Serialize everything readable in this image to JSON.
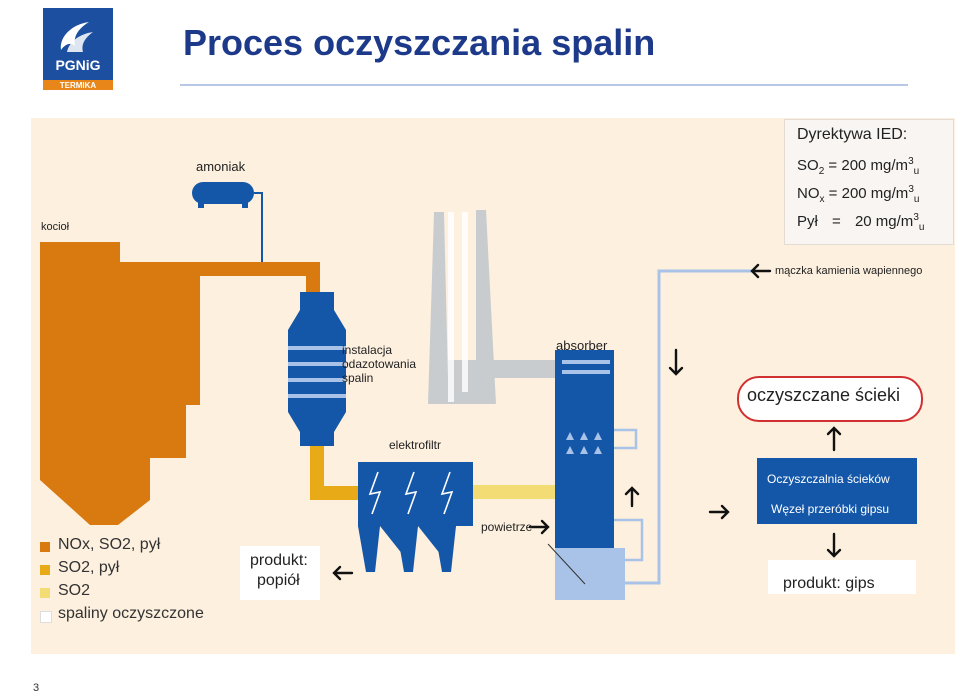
{
  "title": "Proces oczyszczania spalin",
  "page_number": "3",
  "logo": {
    "name": "PGNiG",
    "sub": "TERMIKA",
    "icon": "pgnig-flame-logo"
  },
  "ied": {
    "heading": "Dyrektywa IED:",
    "so2": {
      "label": "SO",
      "sub": "2",
      "eq": "=",
      "value": "200 mg/m",
      "sup": "3",
      "unit_sub": "u"
    },
    "nox": {
      "label": "NO",
      "sub": "x",
      "eq": "=",
      "value": "200 mg/m",
      "sup": "3",
      "unit_sub": "u"
    },
    "pyl": {
      "label": "Pył",
      "eq": "=",
      "value": "20 mg/m",
      "sup": "3",
      "unit_sub": "u"
    }
  },
  "labels": {
    "amoniak": "amoniak",
    "kociol": "kocioł",
    "instalacja": "instalacja odazotowania spalin",
    "absorber": "absorber",
    "elektrofiltr": "elektrofiltr",
    "powietrze": "powietrze",
    "maczka": "mączka kamienia wapiennego",
    "scieki": "oczyszczane ścieki",
    "oczyszczalnia": "Oczyszczalnia  ścieków",
    "wezel": "Węzeł przeróbki gipsu",
    "gips": "produkt: gips",
    "popiol_line1": "produkt:",
    "popiol_line2": "popiół"
  },
  "legend": [
    {
      "text": "NOx, SO2, pył",
      "color": "#d97a10"
    },
    {
      "text": "SO2, pył",
      "color": "#e8aa16"
    },
    {
      "text": "SO2",
      "color": "#f3dc74"
    },
    {
      "text": "spaliny oczyszczone",
      "color": "#ffffff"
    }
  ],
  "colors": {
    "orange": "#d97a10",
    "gold": "#e8aa16",
    "yellow": "#f3dc74",
    "blue": "#1457a8",
    "lightblue": "#a9c3e8",
    "grey": "#c9cccf",
    "red": "#d03030",
    "panel": "#fdf0df"
  }
}
